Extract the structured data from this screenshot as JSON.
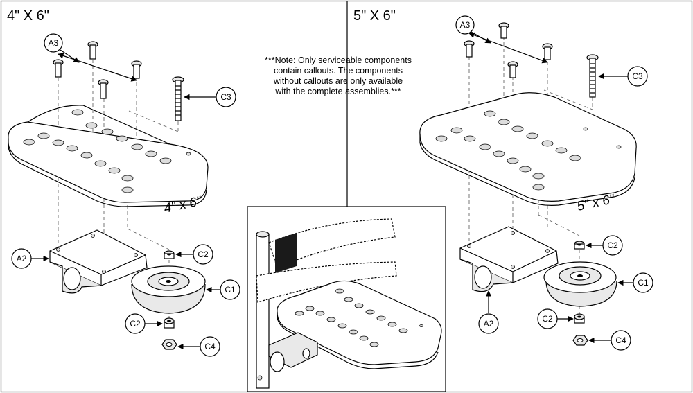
{
  "panels": {
    "left_title": "4\" X 6\"",
    "right_title": "5\" X 6\"",
    "left_plate_label": "4\" x 6\"",
    "right_plate_label": "5\" x 6\""
  },
  "note": {
    "line1": "***Note: Only serviceable components",
    "line2": "contain callouts. The components",
    "line3": "without callouts are only available",
    "line4": "with the complete assemblies.***"
  },
  "callouts": {
    "a2": "A2",
    "a3": "A3",
    "c1": "C1",
    "c2": "C2",
    "c3": "C3",
    "c4": "C4"
  }
}
